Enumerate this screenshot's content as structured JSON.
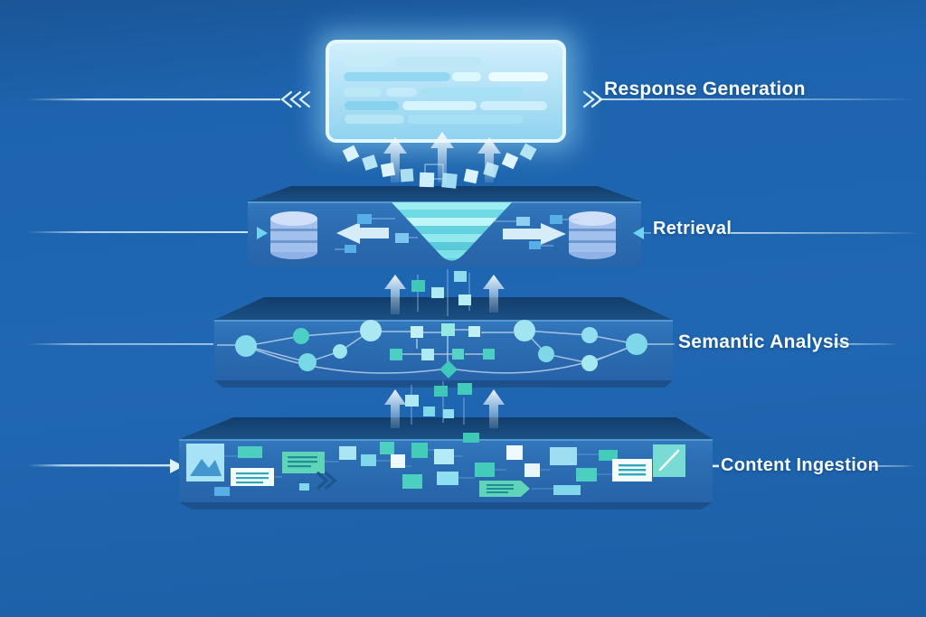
{
  "layers": [
    {
      "id": "response-generation",
      "label": "Response Generation"
    },
    {
      "id": "retrieval",
      "label": "Retrieval"
    },
    {
      "id": "semantic-analysis",
      "label": "Semantic Analysis"
    },
    {
      "id": "content-ingestion",
      "label": "Content Ingestion"
    }
  ],
  "icons": {
    "response_screen": "text-panel-screen",
    "database": "database-cylinder",
    "funnel": "inverted-triangle-funnel",
    "network": "graph-of-nodes",
    "image_thumbnail": "picture-with-mountains",
    "document_card": "card-with-text-lines",
    "flow_arrow": "upward-arrow",
    "chevrons": "double-and-triple-chevrons"
  },
  "colors": {
    "background": "#1d63ac",
    "platform_top": "#16477b",
    "platform_front": "#2e6fb4",
    "screen_panel": "#b5e4f7",
    "funnel_teal": "#57ccd8",
    "block_teal": "#44ccba",
    "block_cyan": "#7fd8ea",
    "block_white": "#f4fcff",
    "database_blue": "#a2c0ec",
    "label_text": "#f6fcff",
    "connector_line": "#cfe8f8"
  }
}
